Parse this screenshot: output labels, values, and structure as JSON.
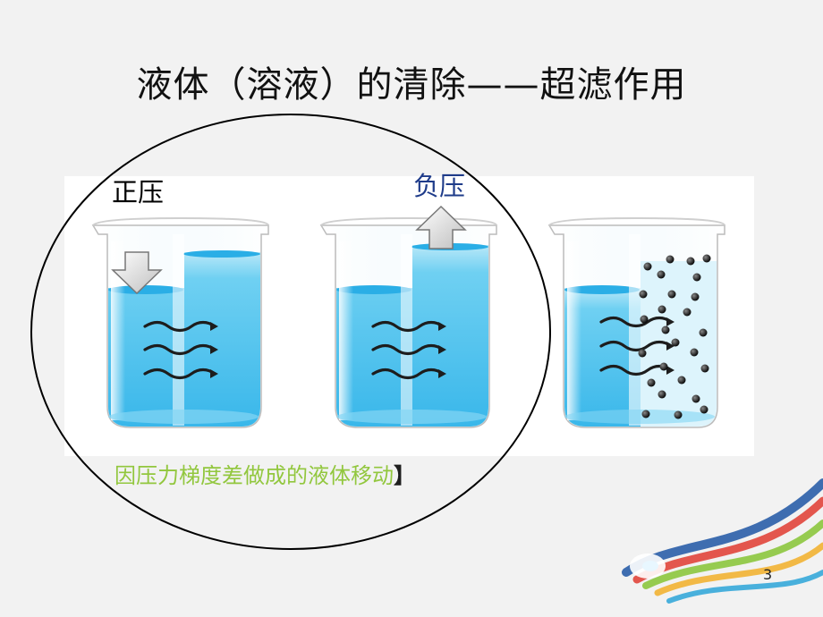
{
  "slide": {
    "title": "液体（溶液）的清除——超滤作用",
    "label_positive": "正压",
    "label_negative": "负压",
    "caption": "因压力梯度差做成的液体移动",
    "caption_bracket": "】",
    "page_number": "3"
  },
  "beakers": [
    {
      "name": "positive-pressure-beaker",
      "pressure_arrow": "down",
      "solute_particles": false
    },
    {
      "name": "negative-pressure-beaker",
      "pressure_arrow": "up",
      "solute_particles": false
    },
    {
      "name": "convection-beaker",
      "pressure_arrow": "none",
      "solute_particles": true
    }
  ],
  "colors": {
    "water": "#49c0ee",
    "water_light": "#cdeffa",
    "circle": "#000000",
    "caption": "#92c73e",
    "negative_label": "#1f3c8a"
  }
}
